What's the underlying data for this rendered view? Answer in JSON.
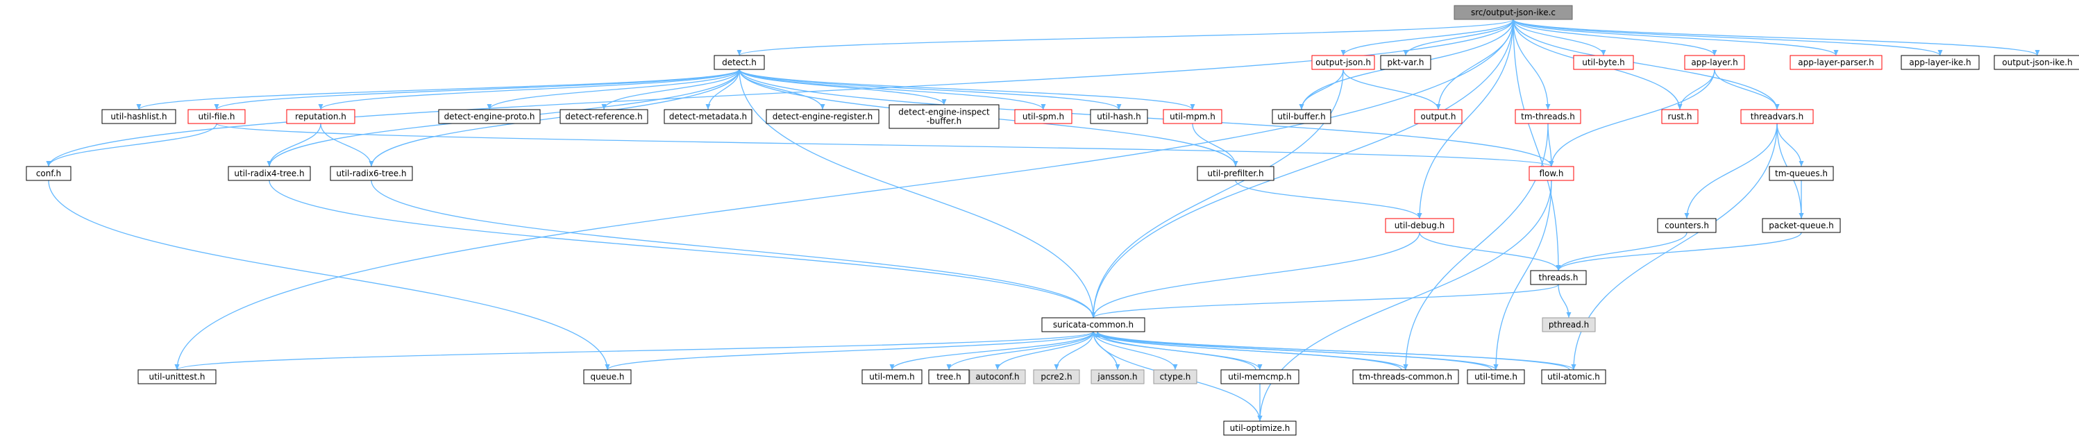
{
  "colors": {
    "edge": "#63b8ff",
    "default_border": "#000000",
    "default_fill": "#ffffff",
    "truncated_border": "#ff0000",
    "system_border": "#999999",
    "system_fill": "#e0e0e0",
    "root_fill": "#999999",
    "root_border": "#666666"
  },
  "nodes": [
    {
      "id": "root",
      "label": "src/output-json-ike.c",
      "style": "root"
    },
    {
      "id": "detect",
      "label": "detect.h",
      "style": "default"
    },
    {
      "id": "outjson",
      "label": "output-json.h",
      "style": "truncated"
    },
    {
      "id": "pktvar",
      "label": "pkt-var.h",
      "style": "default"
    },
    {
      "id": "utilbyte",
      "label": "util-byte.h",
      "style": "truncated"
    },
    {
      "id": "applayer",
      "label": "app-layer.h",
      "style": "truncated"
    },
    {
      "id": "alparser",
      "label": "app-layer-parser.h",
      "style": "truncated"
    },
    {
      "id": "alike",
      "label": "app-layer-ike.h",
      "style": "default"
    },
    {
      "id": "outike",
      "label": "output-json-ike.h",
      "style": "default"
    },
    {
      "id": "hashlist",
      "label": "util-hashlist.h",
      "style": "default"
    },
    {
      "id": "utilfile",
      "label": "util-file.h",
      "style": "truncated"
    },
    {
      "id": "reputation",
      "label": "reputation.h",
      "style": "truncated"
    },
    {
      "id": "deproto",
      "label": "detect-engine-proto.h",
      "style": "default"
    },
    {
      "id": "dref",
      "label": "detect-reference.h",
      "style": "default"
    },
    {
      "id": "dmeta",
      "label": "detect-metadata.h",
      "style": "default"
    },
    {
      "id": "dreg",
      "label": "detect-engine-register.h",
      "style": "default"
    },
    {
      "id": "dinsp",
      "label": "detect-engine-inspect\n-buffer.h",
      "style": "default"
    },
    {
      "id": "spm",
      "label": "util-spm.h",
      "style": "truncated"
    },
    {
      "id": "uhash",
      "label": "util-hash.h",
      "style": "default"
    },
    {
      "id": "mpm",
      "label": "util-mpm.h",
      "style": "truncated"
    },
    {
      "id": "ubuffer",
      "label": "util-buffer.h",
      "style": "default"
    },
    {
      "id": "output",
      "label": "output.h",
      "style": "truncated"
    },
    {
      "id": "tmthreads",
      "label": "tm-threads.h",
      "style": "truncated"
    },
    {
      "id": "rust",
      "label": "rust.h",
      "style": "truncated"
    },
    {
      "id": "threadvars",
      "label": "threadvars.h",
      "style": "truncated"
    },
    {
      "id": "conf",
      "label": "conf.h",
      "style": "default"
    },
    {
      "id": "radix4",
      "label": "util-radix4-tree.h",
      "style": "default"
    },
    {
      "id": "radix6",
      "label": "util-radix6-tree.h",
      "style": "default"
    },
    {
      "id": "prefilter",
      "label": "util-prefilter.h",
      "style": "default"
    },
    {
      "id": "flow",
      "label": "flow.h",
      "style": "truncated"
    },
    {
      "id": "tmqueues",
      "label": "tm-queues.h",
      "style": "default"
    },
    {
      "id": "counters",
      "label": "counters.h",
      "style": "default"
    },
    {
      "id": "pktqueue",
      "label": "packet-queue.h",
      "style": "default"
    },
    {
      "id": "udebug",
      "label": "util-debug.h",
      "style": "truncated"
    },
    {
      "id": "threads",
      "label": "threads.h",
      "style": "default"
    },
    {
      "id": "pthread",
      "label": "pthread.h",
      "style": "system"
    },
    {
      "id": "sc",
      "label": "suricata-common.h",
      "style": "default"
    },
    {
      "id": "unittest",
      "label": "util-unittest.h",
      "style": "default"
    },
    {
      "id": "queue",
      "label": "queue.h",
      "style": "default"
    },
    {
      "id": "umem",
      "label": "util-mem.h",
      "style": "default"
    },
    {
      "id": "tree",
      "label": "tree.h",
      "style": "default"
    },
    {
      "id": "autoconf",
      "label": "autoconf.h",
      "style": "system"
    },
    {
      "id": "pcre2",
      "label": "pcre2.h",
      "style": "system"
    },
    {
      "id": "jansson",
      "label": "jansson.h",
      "style": "system"
    },
    {
      "id": "ctype",
      "label": "ctype.h",
      "style": "system"
    },
    {
      "id": "memcmp",
      "label": "util-memcmp.h",
      "style": "default"
    },
    {
      "id": "tmcommon",
      "label": "tm-threads-common.h",
      "style": "default"
    },
    {
      "id": "utime",
      "label": "util-time.h",
      "style": "default"
    },
    {
      "id": "uatomic",
      "label": "util-atomic.h",
      "style": "default"
    },
    {
      "id": "uoptimize",
      "label": "util-optimize.h",
      "style": "default"
    }
  ],
  "edges": [
    [
      "root",
      "detect"
    ],
    [
      "root",
      "outjson"
    ],
    [
      "root",
      "pktvar"
    ],
    [
      "root",
      "utilbyte"
    ],
    [
      "root",
      "applayer"
    ],
    [
      "root",
      "alparser"
    ],
    [
      "root",
      "alike"
    ],
    [
      "root",
      "outike"
    ],
    [
      "root",
      "ubuffer"
    ],
    [
      "root",
      "output"
    ],
    [
      "root",
      "tmthreads"
    ],
    [
      "root",
      "rust"
    ],
    [
      "root",
      "threadvars"
    ],
    [
      "root",
      "conf"
    ],
    [
      "root",
      "udebug"
    ],
    [
      "root",
      "threads"
    ],
    [
      "root",
      "unittest"
    ],
    [
      "root",
      "sc"
    ],
    [
      "detect",
      "hashlist"
    ],
    [
      "detect",
      "utilfile"
    ],
    [
      "detect",
      "reputation"
    ],
    [
      "detect",
      "deproto"
    ],
    [
      "detect",
      "dref"
    ],
    [
      "detect",
      "dmeta"
    ],
    [
      "detect",
      "dreg"
    ],
    [
      "detect",
      "dinsp"
    ],
    [
      "detect",
      "spm"
    ],
    [
      "detect",
      "uhash"
    ],
    [
      "detect",
      "mpm"
    ],
    [
      "detect",
      "radix4"
    ],
    [
      "detect",
      "radix6"
    ],
    [
      "detect",
      "prefilter"
    ],
    [
      "detect",
      "flow"
    ],
    [
      "detect",
      "sc"
    ],
    [
      "outjson",
      "ubuffer"
    ],
    [
      "outjson",
      "output"
    ],
    [
      "outjson",
      "sc"
    ],
    [
      "utilfile",
      "conf"
    ],
    [
      "utilfile",
      "flow"
    ],
    [
      "reputation",
      "radix4"
    ],
    [
      "reputation",
      "radix6"
    ],
    [
      "mpm",
      "prefilter"
    ],
    [
      "applayer",
      "rust"
    ],
    [
      "applayer",
      "threadvars"
    ],
    [
      "applayer",
      "flow"
    ],
    [
      "tmthreads",
      "flow"
    ],
    [
      "tmthreads",
      "tmcommon"
    ],
    [
      "threadvars",
      "tmqueues"
    ],
    [
      "threadvars",
      "counters"
    ],
    [
      "threadvars",
      "pktqueue"
    ],
    [
      "threadvars",
      "uatomic"
    ],
    [
      "tmqueues",
      "pktqueue"
    ],
    [
      "pktqueue",
      "threads"
    ],
    [
      "counters",
      "threads"
    ],
    [
      "conf",
      "queue"
    ],
    [
      "radix4",
      "sc"
    ],
    [
      "radix6",
      "sc"
    ],
    [
      "prefilter",
      "udebug"
    ],
    [
      "flow",
      "utime"
    ],
    [
      "flow",
      "uoptimize"
    ],
    [
      "udebug",
      "threads"
    ],
    [
      "udebug",
      "sc"
    ],
    [
      "threads",
      "pthread"
    ],
    [
      "threads",
      "sc"
    ],
    [
      "sc",
      "unittest"
    ],
    [
      "sc",
      "queue"
    ],
    [
      "sc",
      "umem"
    ],
    [
      "sc",
      "tree"
    ],
    [
      "sc",
      "autoconf"
    ],
    [
      "sc",
      "pcre2"
    ],
    [
      "sc",
      "jansson"
    ],
    [
      "sc",
      "ctype"
    ],
    [
      "sc",
      "memcmp"
    ],
    [
      "sc",
      "tmcommon"
    ],
    [
      "sc",
      "utime"
    ],
    [
      "sc",
      "uatomic"
    ],
    [
      "sc",
      "uoptimize"
    ],
    [
      "memcmp",
      "sc"
    ],
    [
      "memcmp",
      "uoptimize"
    ],
    [
      "tmcommon",
      "sc"
    ],
    [
      "utime",
      "sc"
    ],
    [
      "uatomic",
      "sc"
    ]
  ]
}
